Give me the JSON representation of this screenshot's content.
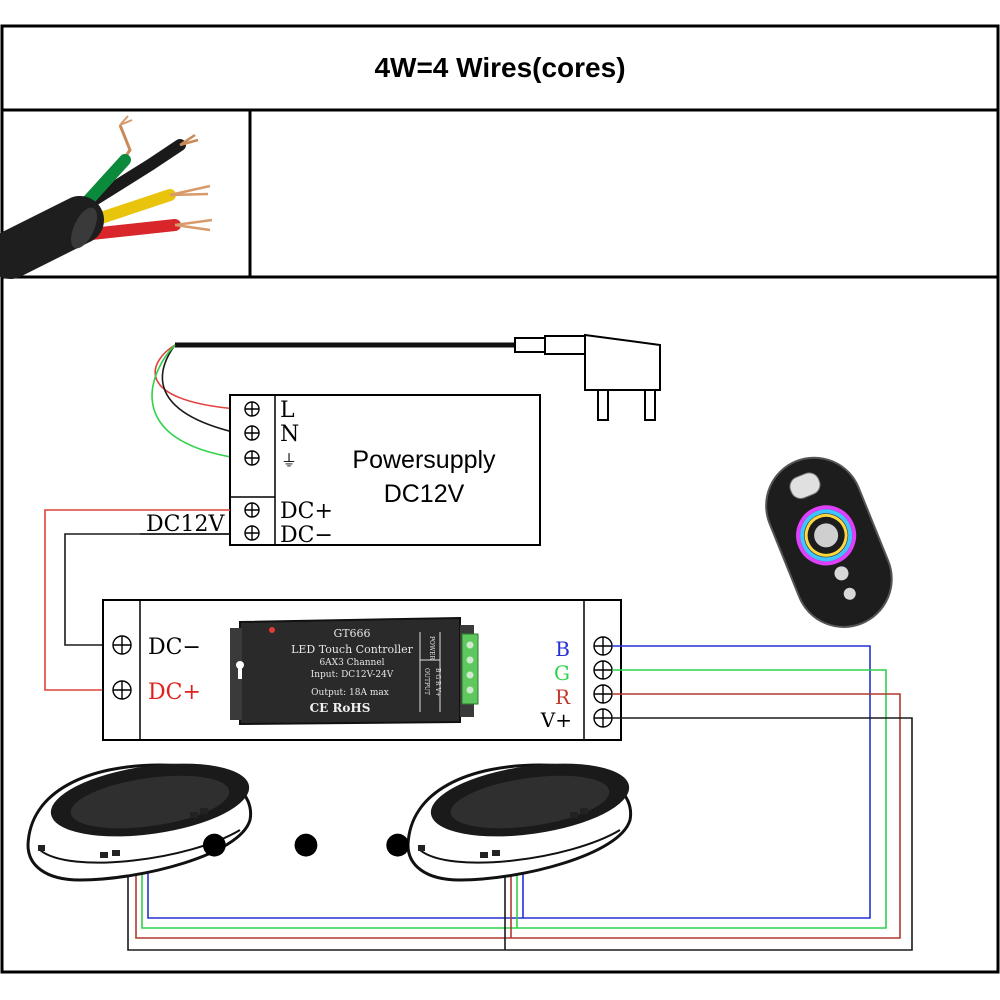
{
  "header": {
    "title": "4W=4 Wires(cores)"
  },
  "power_supply": {
    "terminals": [
      "L",
      "N",
      "⏚",
      "DC+",
      "DC−"
    ],
    "label_line1": "Powersupply",
    "label_line2": "DC12V",
    "output_voltage": "DC12V"
  },
  "controller": {
    "left_terminals": [
      "DC−",
      "DC+"
    ],
    "right_terminals": [
      "B",
      "G",
      "R",
      "V+"
    ],
    "module": {
      "model": "GT666",
      "line1": "LED Touch Controller",
      "line2": "6AX3 Channel",
      "line3": "Input: DC12V-24V",
      "output": "Output: 18A max",
      "marks": "CE RoHS",
      "side_power": "POWER",
      "side_output": "OUTPUT",
      "side_pins": "B G R V+"
    }
  },
  "lights": {
    "ellipsis": "● ● ●"
  },
  "colors": {
    "red_wire": "#e0403c",
    "green_wire": "#2fd24a",
    "blue_wire": "#2431d4",
    "brown_wire": "#b0382e",
    "black_wire": "#1a1a1a",
    "label_blue": "#2431d4",
    "label_green": "#2fd24a",
    "label_red": "#c0392b"
  },
  "icons": [
    "cable-icon",
    "plug-icon",
    "remote-control-icon",
    "pool-light-icon"
  ]
}
